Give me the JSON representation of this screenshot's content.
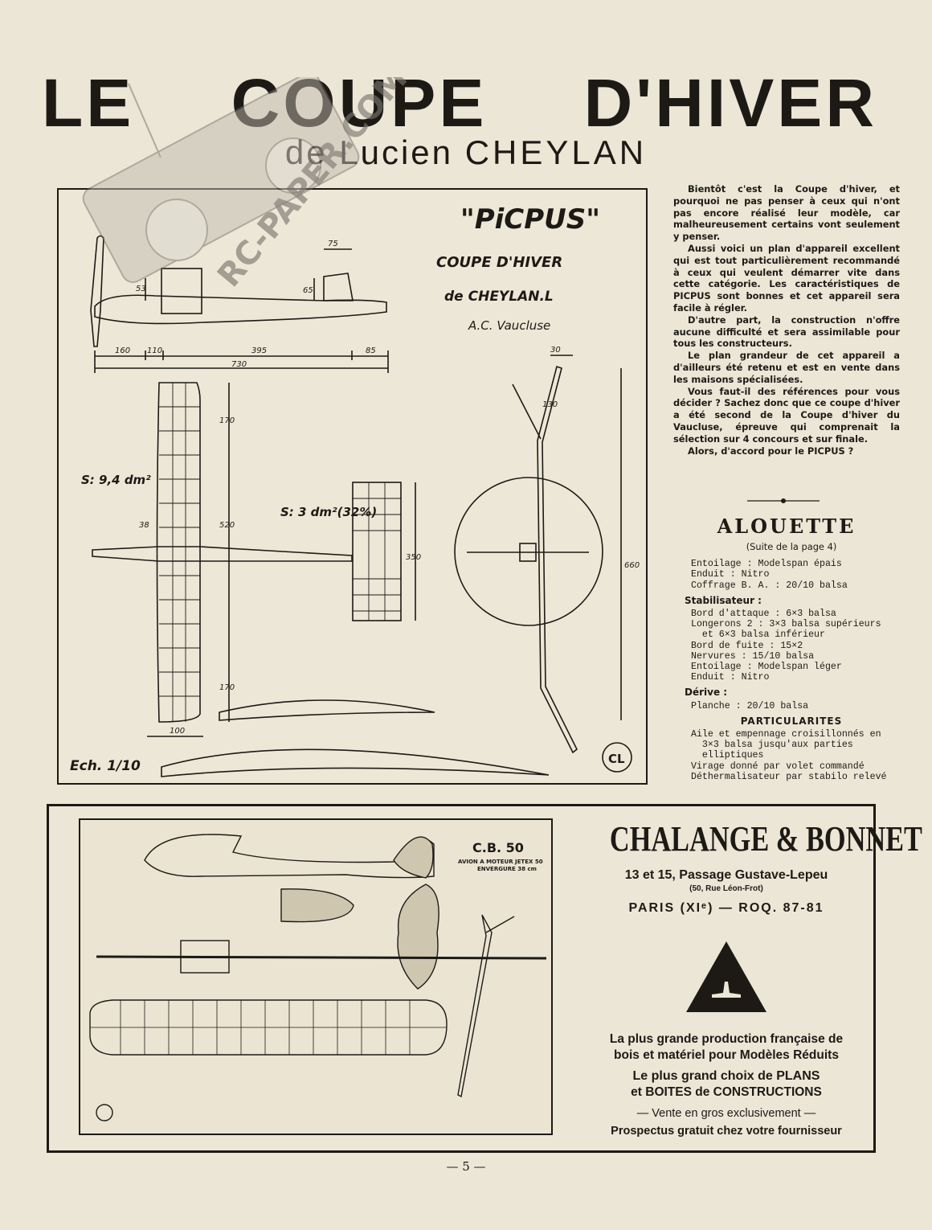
{
  "header": {
    "title_words": [
      "LE",
      "COUPE",
      "D'HIVER"
    ],
    "byline_prefix": "de Lucien",
    "byline_name": "CHEYLAN"
  },
  "watermark": {
    "text": "RC-PAPER.COM"
  },
  "plan": {
    "name": "\"PiCPUS\"",
    "subtitle": "COUPE D'HIVER",
    "designer": "de CHEYLAN.L",
    "club": "A.C. Vaucluse",
    "scale": "Ech. 1/10",
    "monogram": "CL",
    "wing_area": "S: 9,4 dm²",
    "stab_area": "S: 3 dm²(32%)",
    "dims": {
      "d160": "160",
      "d110": "110",
      "d395": "395",
      "d85": "85",
      "d730": "730",
      "d75": "75",
      "d65": "65",
      "d53": "53",
      "d170a": "170",
      "d520": "520",
      "d170b": "170",
      "d350": "350",
      "d100": "100",
      "d38": "38",
      "d30": "30",
      "d130": "130",
      "d660": "660"
    }
  },
  "article": {
    "paragraphs": [
      "Bientôt c'est la Coupe d'hiver, et pourquoi ne pas penser à ceux qui n'ont pas encore réalisé leur modèle, car malheureusement certains vont seulement y penser.",
      "Aussi voici un plan d'appareil excellent qui est tout particulièrement recommandé à ceux qui veulent démarrer vite dans cette catégorie. Les caractéristiques de PICPUS sont bonnes et cet appareil sera facile à régler.",
      "D'autre part, la construction n'offre aucune difficulté et sera assimilable pour tous les constructeurs.",
      "Le plan grandeur de cet appareil a d'ailleurs été retenu et est en vente dans les maisons spécialisées.",
      "Vous faut-il des références pour vous décider ? Sachez donc que ce coupe d'hiver a été second de la Coupe d'hiver du Vaucluse, épreuve qui comprenait la sélection sur 4 concours et sur finale.",
      "Alors, d'accord pour le PICPUS ?"
    ]
  },
  "alouette": {
    "title": "ALOUETTE",
    "continued": "(Suite de la page 4)",
    "lines_top": [
      "Entoilage : Modelspan épais",
      "Enduit : Nitro",
      "Coffrage B. A. : 20/10 balsa"
    ],
    "stab_heading": "Stabilisateur :",
    "stab_lines": [
      "Bord d'attaque : 6×3 balsa",
      "Longerons 2 : 3×3 balsa supérieurs",
      "  et 6×3 balsa inférieur",
      "Bord de fuite : 15×2",
      "Nervures : 15/10 balsa",
      "Entoilage : Modelspan léger",
      "Enduit : Nitro"
    ],
    "derive_heading": "Dérive :",
    "derive_lines": [
      "Planche : 20/10 balsa"
    ],
    "part_heading": "PARTICULARITES",
    "part_lines": [
      "Aile et empennage croisillonnés en",
      "  3×3 balsa jusqu'aux parties",
      "  elliptiques",
      "Virage donné par volet commandé",
      "Déthermalisateur par stabilo relevé"
    ]
  },
  "cb50": {
    "title": "C.B. 50",
    "subtitle": "AVION A MOTEUR JETEX 50",
    "span_note": "ENVERGURE 38 cm"
  },
  "ad": {
    "brand": "CHALANGE & BONNET",
    "address1": "13 et 15, Passage Gustave-Lepeu",
    "address2": "(50, Rue Léon-Frot)",
    "address3": "PARIS (XIᵉ) — ROQ. 87-81",
    "line1": "La plus grande production française de",
    "line2": "bois et matériel pour Modèles Réduits",
    "line3": "Le plus grand choix de PLANS",
    "line4": "et BOITES de CONSTRUCTIONS",
    "line5": "— Vente en gros exclusivement —",
    "line6": "Prospectus gratuit chez votre fournisseur"
  },
  "footer": {
    "page_number": "— 5 —"
  }
}
